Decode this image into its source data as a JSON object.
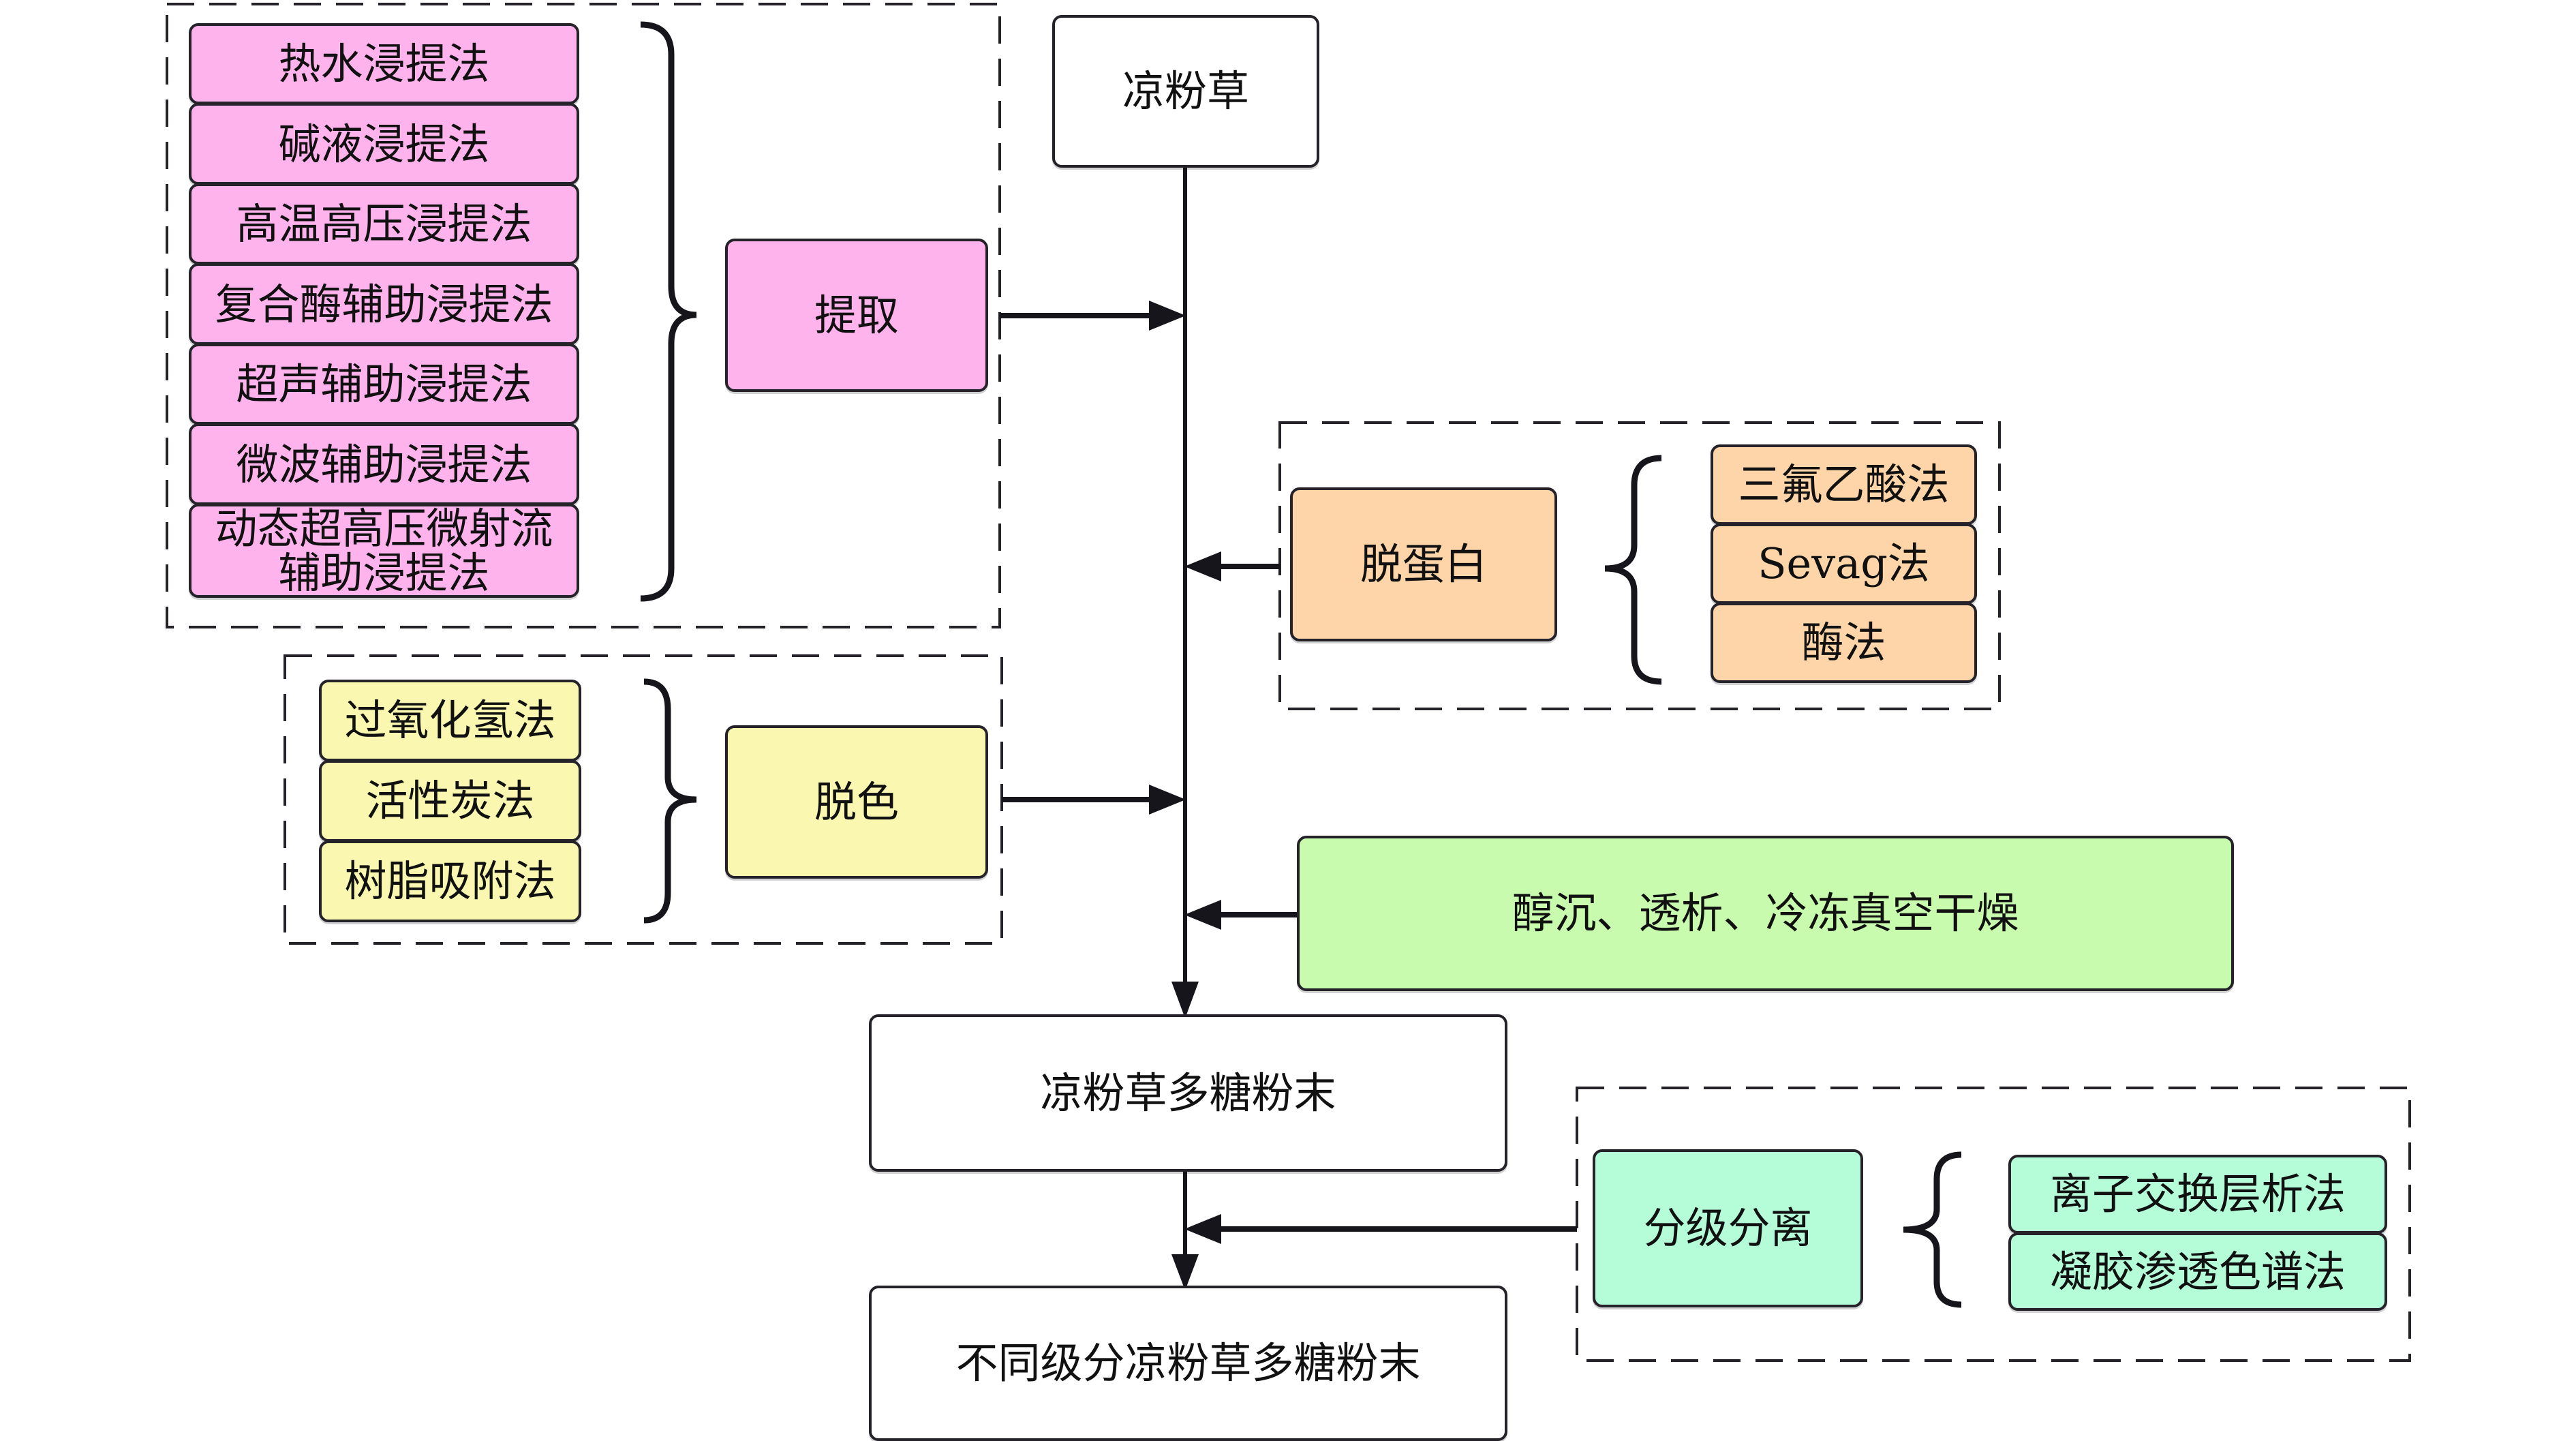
{
  "diagram": {
    "title": "凉粉草多糖提取与分离流程",
    "colors": {
      "extraction": "#ffb3ec",
      "deproteinization": "#fdd5a8",
      "decolorization": "#faf8b0",
      "purification": "#c8fbae",
      "fractionation": "#b5fdd8",
      "line": "#16151b"
    },
    "nodes": {
      "raw_material": "凉粉草",
      "extraction": "提取",
      "deproteinization": "脱蛋白",
      "decolorization": "脱色",
      "purification": "醇沉、透析、冷冻真空干燥",
      "crude_polysaccharide": "凉粉草多糖粉末",
      "fractionation": "分级分离",
      "fractionated_polysaccharide": "不同级分凉粉草多糖粉末"
    },
    "method_groups": {
      "extraction_methods": [
        "热水浸提法",
        "碱液浸提法",
        "高温高压浸提法",
        "复合酶辅助浸提法",
        "超声辅助浸提法",
        "微波辅助浸提法",
        "动态超高压微射流\n辅助浸提法"
      ],
      "deproteinization_methods": [
        "三氟乙酸法",
        "Sevag法",
        "酶法"
      ],
      "decolorization_methods": [
        "过氧化氢法",
        "活性炭法",
        "树脂吸附法"
      ],
      "fractionation_methods": [
        "离子交换层析法",
        "凝胶渗透色谱法"
      ]
    },
    "edges": [
      {
        "from": "凉粉草",
        "to": "凉粉草多糖粉末",
        "type": "main-flow"
      },
      {
        "from": "提取",
        "to": "main-flow",
        "type": "input"
      },
      {
        "from": "脱蛋白",
        "to": "main-flow",
        "type": "input"
      },
      {
        "from": "脱色",
        "to": "main-flow",
        "type": "input"
      },
      {
        "from": "醇沉、透析、冷冻真空干燥",
        "to": "main-flow",
        "type": "input"
      },
      {
        "from": "凉粉草多糖粉末",
        "to": "不同级分凉粉草多糖粉末",
        "type": "main-flow"
      },
      {
        "from": "分级分离",
        "to": "main-flow",
        "type": "input"
      }
    ]
  }
}
